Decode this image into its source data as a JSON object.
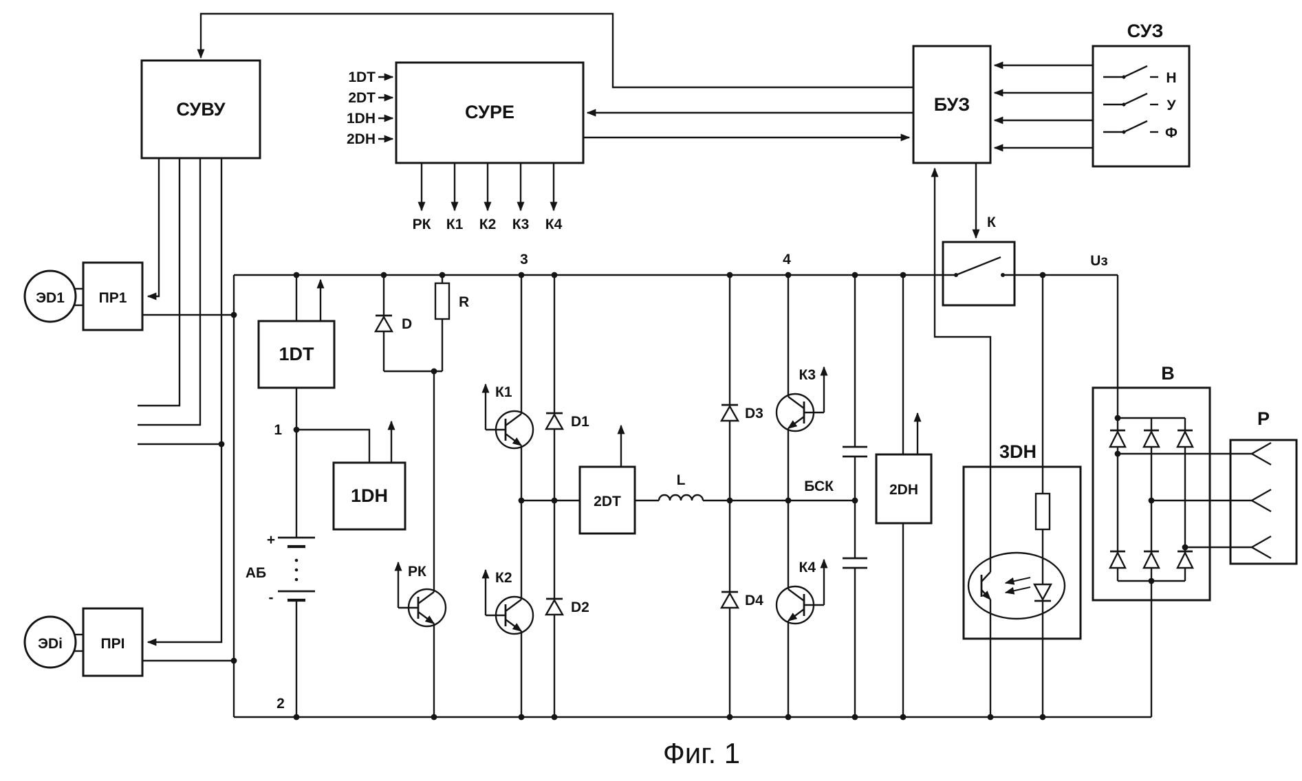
{
  "blocks": {
    "suvu": "СУВУ",
    "sure": "СУРЕ",
    "buz": "БУЗ",
    "suz": "СУЗ",
    "motor1": "ЭD1",
    "conv1": "ПР1",
    "motor2": "ЭDi",
    "conv2": "ПРI",
    "dt1": "1DT",
    "dh1": "1DH",
    "dt2": "2DT",
    "dh2": "2DH",
    "dh3": "3DH",
    "bridge": "В",
    "load": "Р"
  },
  "sure": {
    "inputs": [
      "1DT",
      "2DT",
      "1DH",
      "2DH"
    ],
    "outputs": [
      "РК",
      "К1",
      "К2",
      "К3",
      "К4"
    ]
  },
  "suz_switches": [
    "Н",
    "У",
    "Ф"
  ],
  "gates": {
    "rk": "РК",
    "k1": "К1",
    "k2": "К2",
    "k3": "К3",
    "k4": "К4"
  },
  "components": {
    "d": "D",
    "r": "R",
    "l": "L",
    "d1": "D1",
    "d2": "D2",
    "d3": "D3",
    "d4": "D4",
    "battery": "АБ",
    "cap_bank": "БСК",
    "contactor": "К",
    "uz": "Uз",
    "plus": "+",
    "minus": "-"
  },
  "nodes": {
    "n1": "1",
    "n2": "2",
    "n3": "3",
    "n4": "4"
  },
  "caption": "Фиг. 1"
}
